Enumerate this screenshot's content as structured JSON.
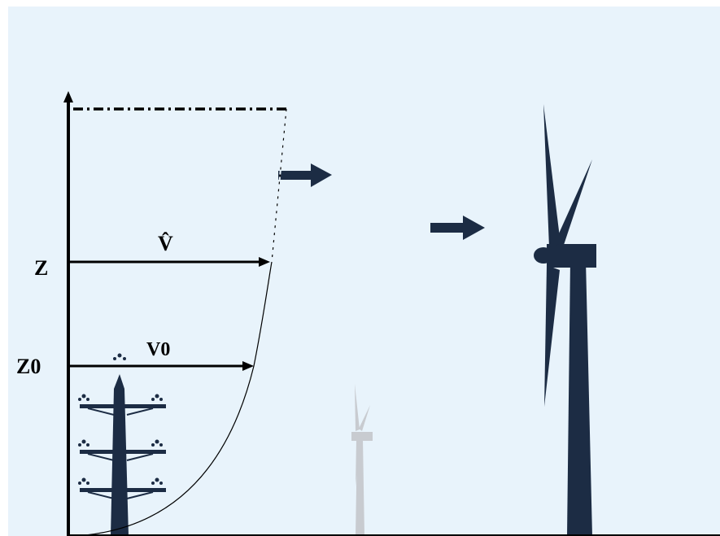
{
  "labels": {
    "z": "Z",
    "z0": "Z0",
    "v_hat": "V̂",
    "v0": "V0"
  },
  "colors": {
    "background": "#e8f3fb",
    "turbine": "#1c2c44",
    "turbine_far": "#c8cbd0",
    "axis": "#000000"
  },
  "icons": [
    "power-pylon-icon",
    "wind-turbine-icon",
    "wind-arrow-icon"
  ]
}
